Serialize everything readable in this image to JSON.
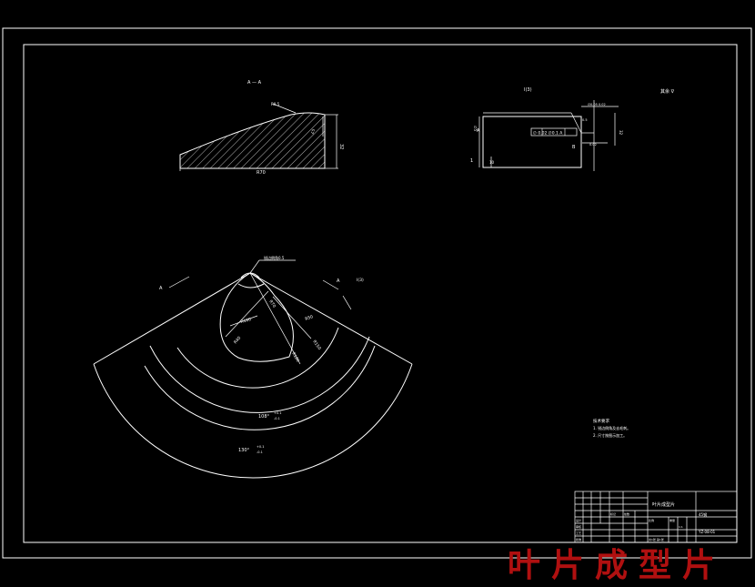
{
  "section_view": {
    "title": "A — A",
    "callout": "R0.5",
    "dim_height": "32",
    "dim_angle": "∠5",
    "dim_width": "R70"
  },
  "side_view": {
    "title": "Ⅰ(3)",
    "datum": "A",
    "roughness_note": "其余 ∇",
    "tolerance_frame": "∅ 0.02 ∅0.1 A",
    "dim_top": "∅0.05 0.02",
    "dim_right": "32",
    "dim_left": "∅5",
    "dim_bottom_left": "1",
    "dim_bottom": "10",
    "dim_inner": "0.5",
    "dim_inner2": "0.02",
    "ref_b": "B"
  },
  "plan_view": {
    "top_callout": "锐边倒角0.5",
    "section_marker_left": "A",
    "section_marker_right": "A",
    "detail_marker": "Ⅰ(3)",
    "r_inner": "R100",
    "r_mid": "R40",
    "r_right": "R50",
    "r_left": "R70",
    "r_outer1": "R150",
    "r_outer2": "R180",
    "angle_inner_value": "108°",
    "angle_inner_tol_up": "+0.1",
    "angle_inner_tol_low": "-0.1",
    "angle_outer_value": "130°",
    "angle_outer_tol_up": "+0.1",
    "angle_outer_tol_low": "-0.1"
  },
  "notes": {
    "heading": "技术要求",
    "items": [
      "1. 锐边倒角及去毛刺。",
      "2. 尺寸按图示加工。"
    ]
  },
  "title_block": {
    "part_name": "叶片成型片",
    "material": "45钢",
    "drawing_no": "YZ-08-01",
    "labels": [
      "设计",
      "审核",
      "工艺",
      "批准",
      "标记",
      "处数",
      "比例",
      "重量"
    ],
    "scale": "1:1",
    "sheet": "共1张 第1张"
  },
  "watermark": "叶片成型片"
}
